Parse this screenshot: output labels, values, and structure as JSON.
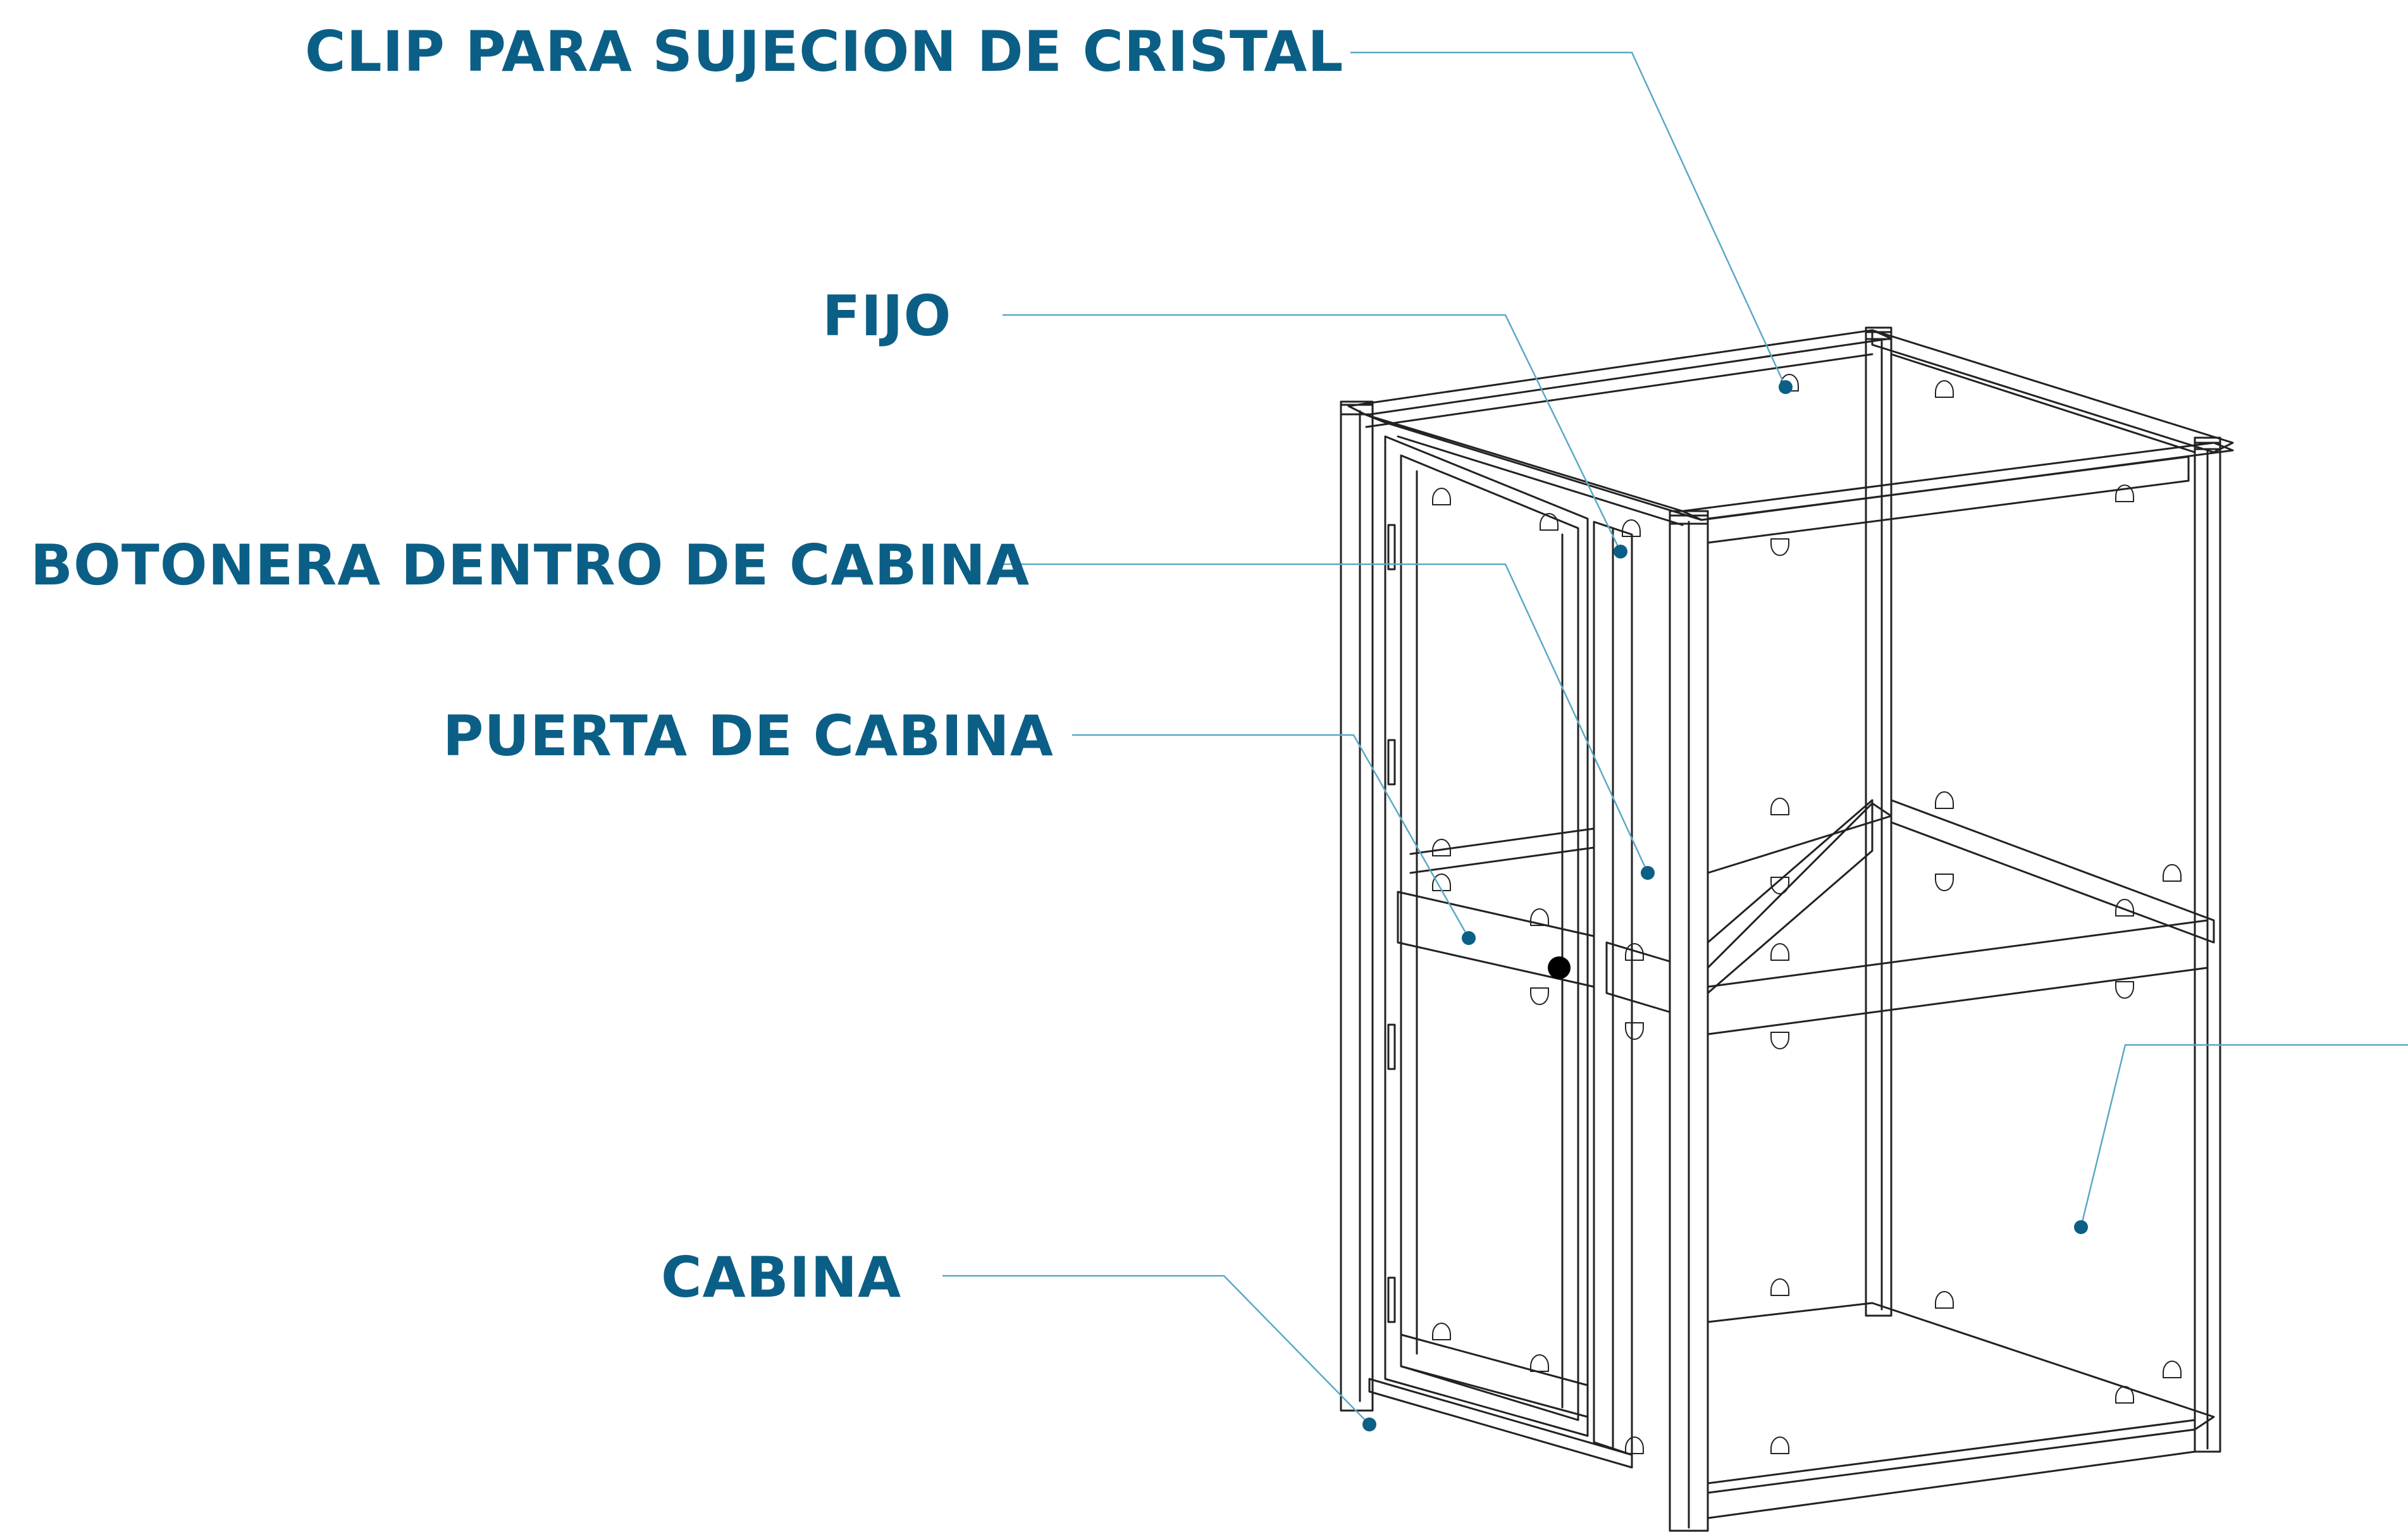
{
  "colors": {
    "label": "#0b5f86",
    "leader": "#5ba8c8",
    "dot": "#0b5f86",
    "drawing": "#222222",
    "background": "#ffffff"
  },
  "labels": {
    "clip": "CLIP PARA SUJECION DE CRISTAL",
    "fijo": "FIJO",
    "botonera": "BOTONERA DENTRO DE CABINA",
    "puerta": "PUERTA DE CABINA",
    "cabina": "CABINA"
  }
}
